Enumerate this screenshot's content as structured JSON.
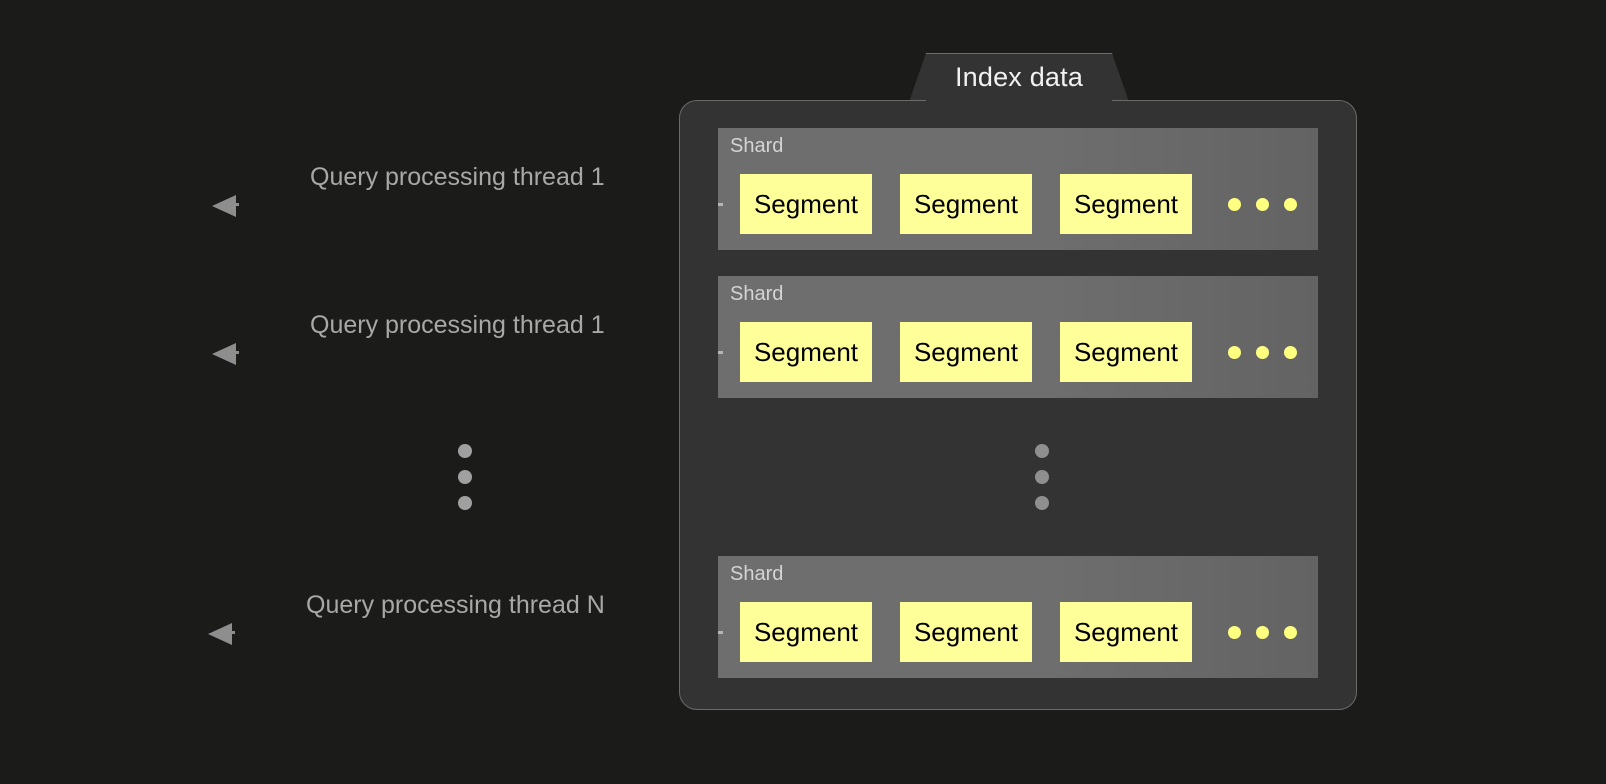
{
  "diagram": {
    "title": "Index data",
    "background_color": "#1b1b1a",
    "panel_color": "#333333",
    "shard_color": "#6e6e6e",
    "segment_color": "#ffff99",
    "accent_dot_color": "#ffff80",
    "arrow_color": "#8e8e8e",
    "label_color": "#a8a8a6"
  },
  "threads": [
    {
      "label": "Query processing thread 1"
    },
    {
      "label": "Query processing thread 1"
    },
    {
      "label": "Query processing thread N"
    }
  ],
  "shards": [
    {
      "label": "Shard",
      "segments": [
        {
          "label": "Segment"
        },
        {
          "label": "Segment"
        },
        {
          "label": "Segment"
        }
      ],
      "more_indicator": "three-dots"
    },
    {
      "label": "Shard",
      "segments": [
        {
          "label": "Segment"
        },
        {
          "label": "Segment"
        },
        {
          "label": "Segment"
        }
      ],
      "more_indicator": "three-dots"
    },
    {
      "label": "Shard",
      "segments": [
        {
          "label": "Segment"
        },
        {
          "label": "Segment"
        },
        {
          "label": "Segment"
        }
      ],
      "more_indicator": "three-dots"
    }
  ],
  "ellipsis": {
    "left_label": "vertical-ellipsis",
    "panel_label": "vertical-ellipsis"
  }
}
